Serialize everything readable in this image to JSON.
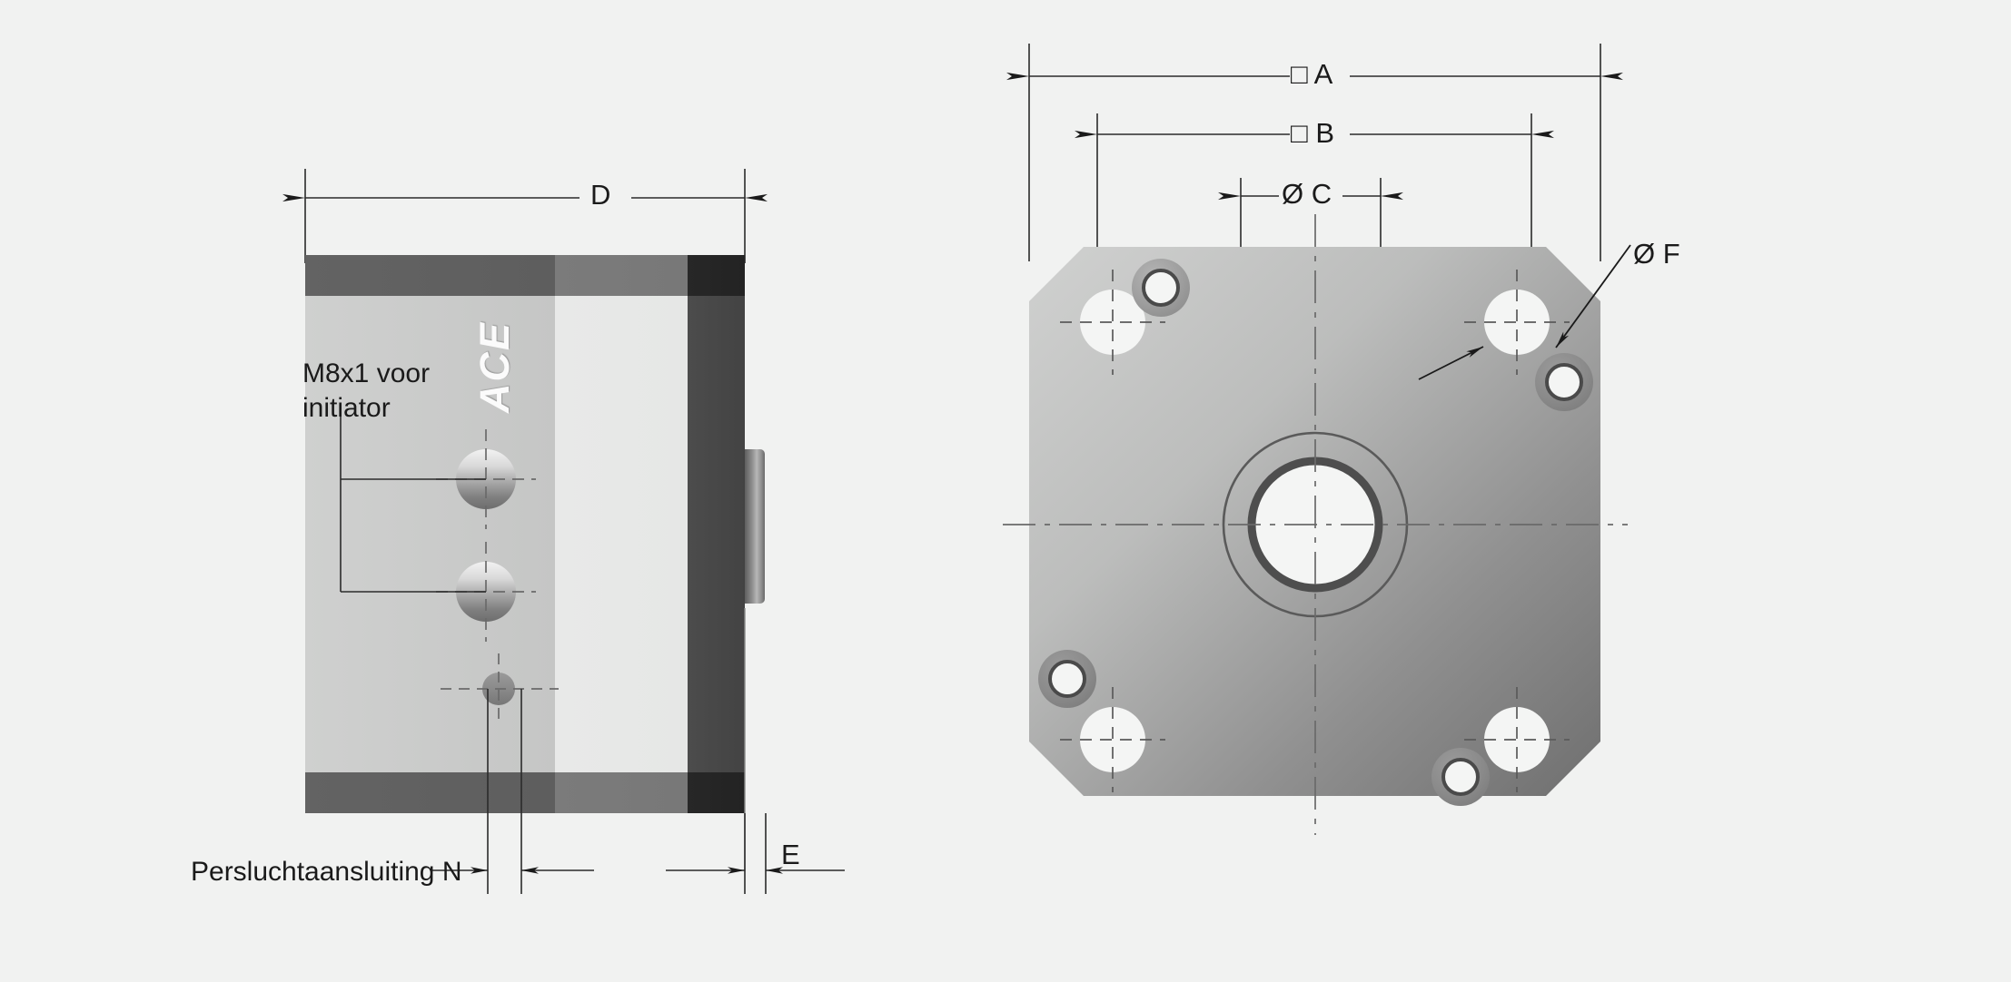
{
  "drawing": {
    "title": "Pneumatic cylinder flange technical drawing",
    "background_color": "#f1f2f1",
    "line_color": "#2b2b2b",
    "views": {
      "side": {
        "name": "side-view",
        "logo_text": "ACE",
        "dimension_labels": {
          "depth": "D",
          "end_gap": "E"
        },
        "callouts": {
          "sensor_port": "M8x1 voor\ninitiator",
          "sensor_port_line1": "M8x1 voor",
          "sensor_port_line2": "initiator",
          "air_connection": "Persluchtaansluiting N"
        }
      },
      "front": {
        "name": "front-view",
        "dimension_labels": {
          "plate_width": "□ A",
          "bolt_spacing": "□ B",
          "bore": "Ø C",
          "hole": "Ø F"
        }
      }
    },
    "symbols": {
      "square": "□",
      "diameter": "Ø"
    },
    "colors": {
      "body_light": "#e9eae9",
      "body_mid": "#c9cac9",
      "body_dark": "#4a4a4a",
      "cap_dark": "#6b6b6b",
      "cap_darker": "#262626",
      "plate_light": "#c3c4c3",
      "plate_dark": "#737373",
      "hole_white": "#f4f5f4",
      "accent_line": "#2b2b2b"
    }
  }
}
